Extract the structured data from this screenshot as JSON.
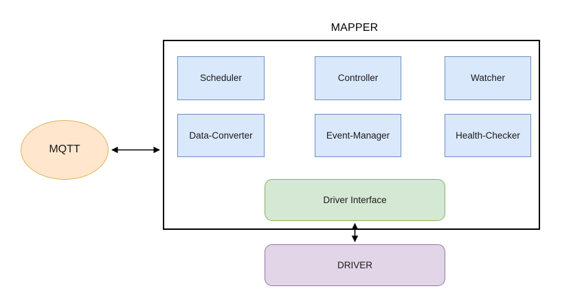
{
  "diagram": {
    "title": "MAPPER",
    "container_label": "MAPPER",
    "colors": {
      "component_fill": "#dae8fc",
      "component_stroke": "#6c8ebf",
      "driver_interface_fill": "#d5e8d4",
      "driver_interface_stroke": "#82b366",
      "driver_fill": "#e1d5e7",
      "driver_stroke": "#9673a6",
      "broker_fill": "#ffe6cc",
      "broker_stroke": "#d6b656",
      "container_stroke": "#000000",
      "arrow_stroke": "#000000",
      "background": "#ffffff"
    },
    "broker": {
      "label": "MQTT",
      "shape": "ellipse"
    },
    "components": [
      {
        "label": "Scheduler",
        "row": 1,
        "column": 1
      },
      {
        "label": "Controller",
        "row": 1,
        "column": 2
      },
      {
        "label": "Watcher",
        "row": 1,
        "column": 3
      },
      {
        "label": "Data-Converter",
        "row": 2,
        "column": 1
      },
      {
        "label": "Event-Manager",
        "row": 2,
        "column": 2
      },
      {
        "label": "Health-Checker",
        "row": 2,
        "column": 3
      }
    ],
    "driver_interface": {
      "label": "Driver Interface",
      "shape": "rounded-rectangle"
    },
    "driver": {
      "label": "DRIVER",
      "shape": "rounded-rectangle"
    },
    "connectors": [
      {
        "name": "mqtt-to-mapper",
        "from": "MQTT",
        "to": "MAPPER",
        "direction": "bidirectional",
        "orientation": "horizontal"
      },
      {
        "name": "driver-interface-to-driver",
        "from": "Driver Interface",
        "to": "DRIVER",
        "direction": "bidirectional",
        "orientation": "vertical"
      }
    ]
  }
}
